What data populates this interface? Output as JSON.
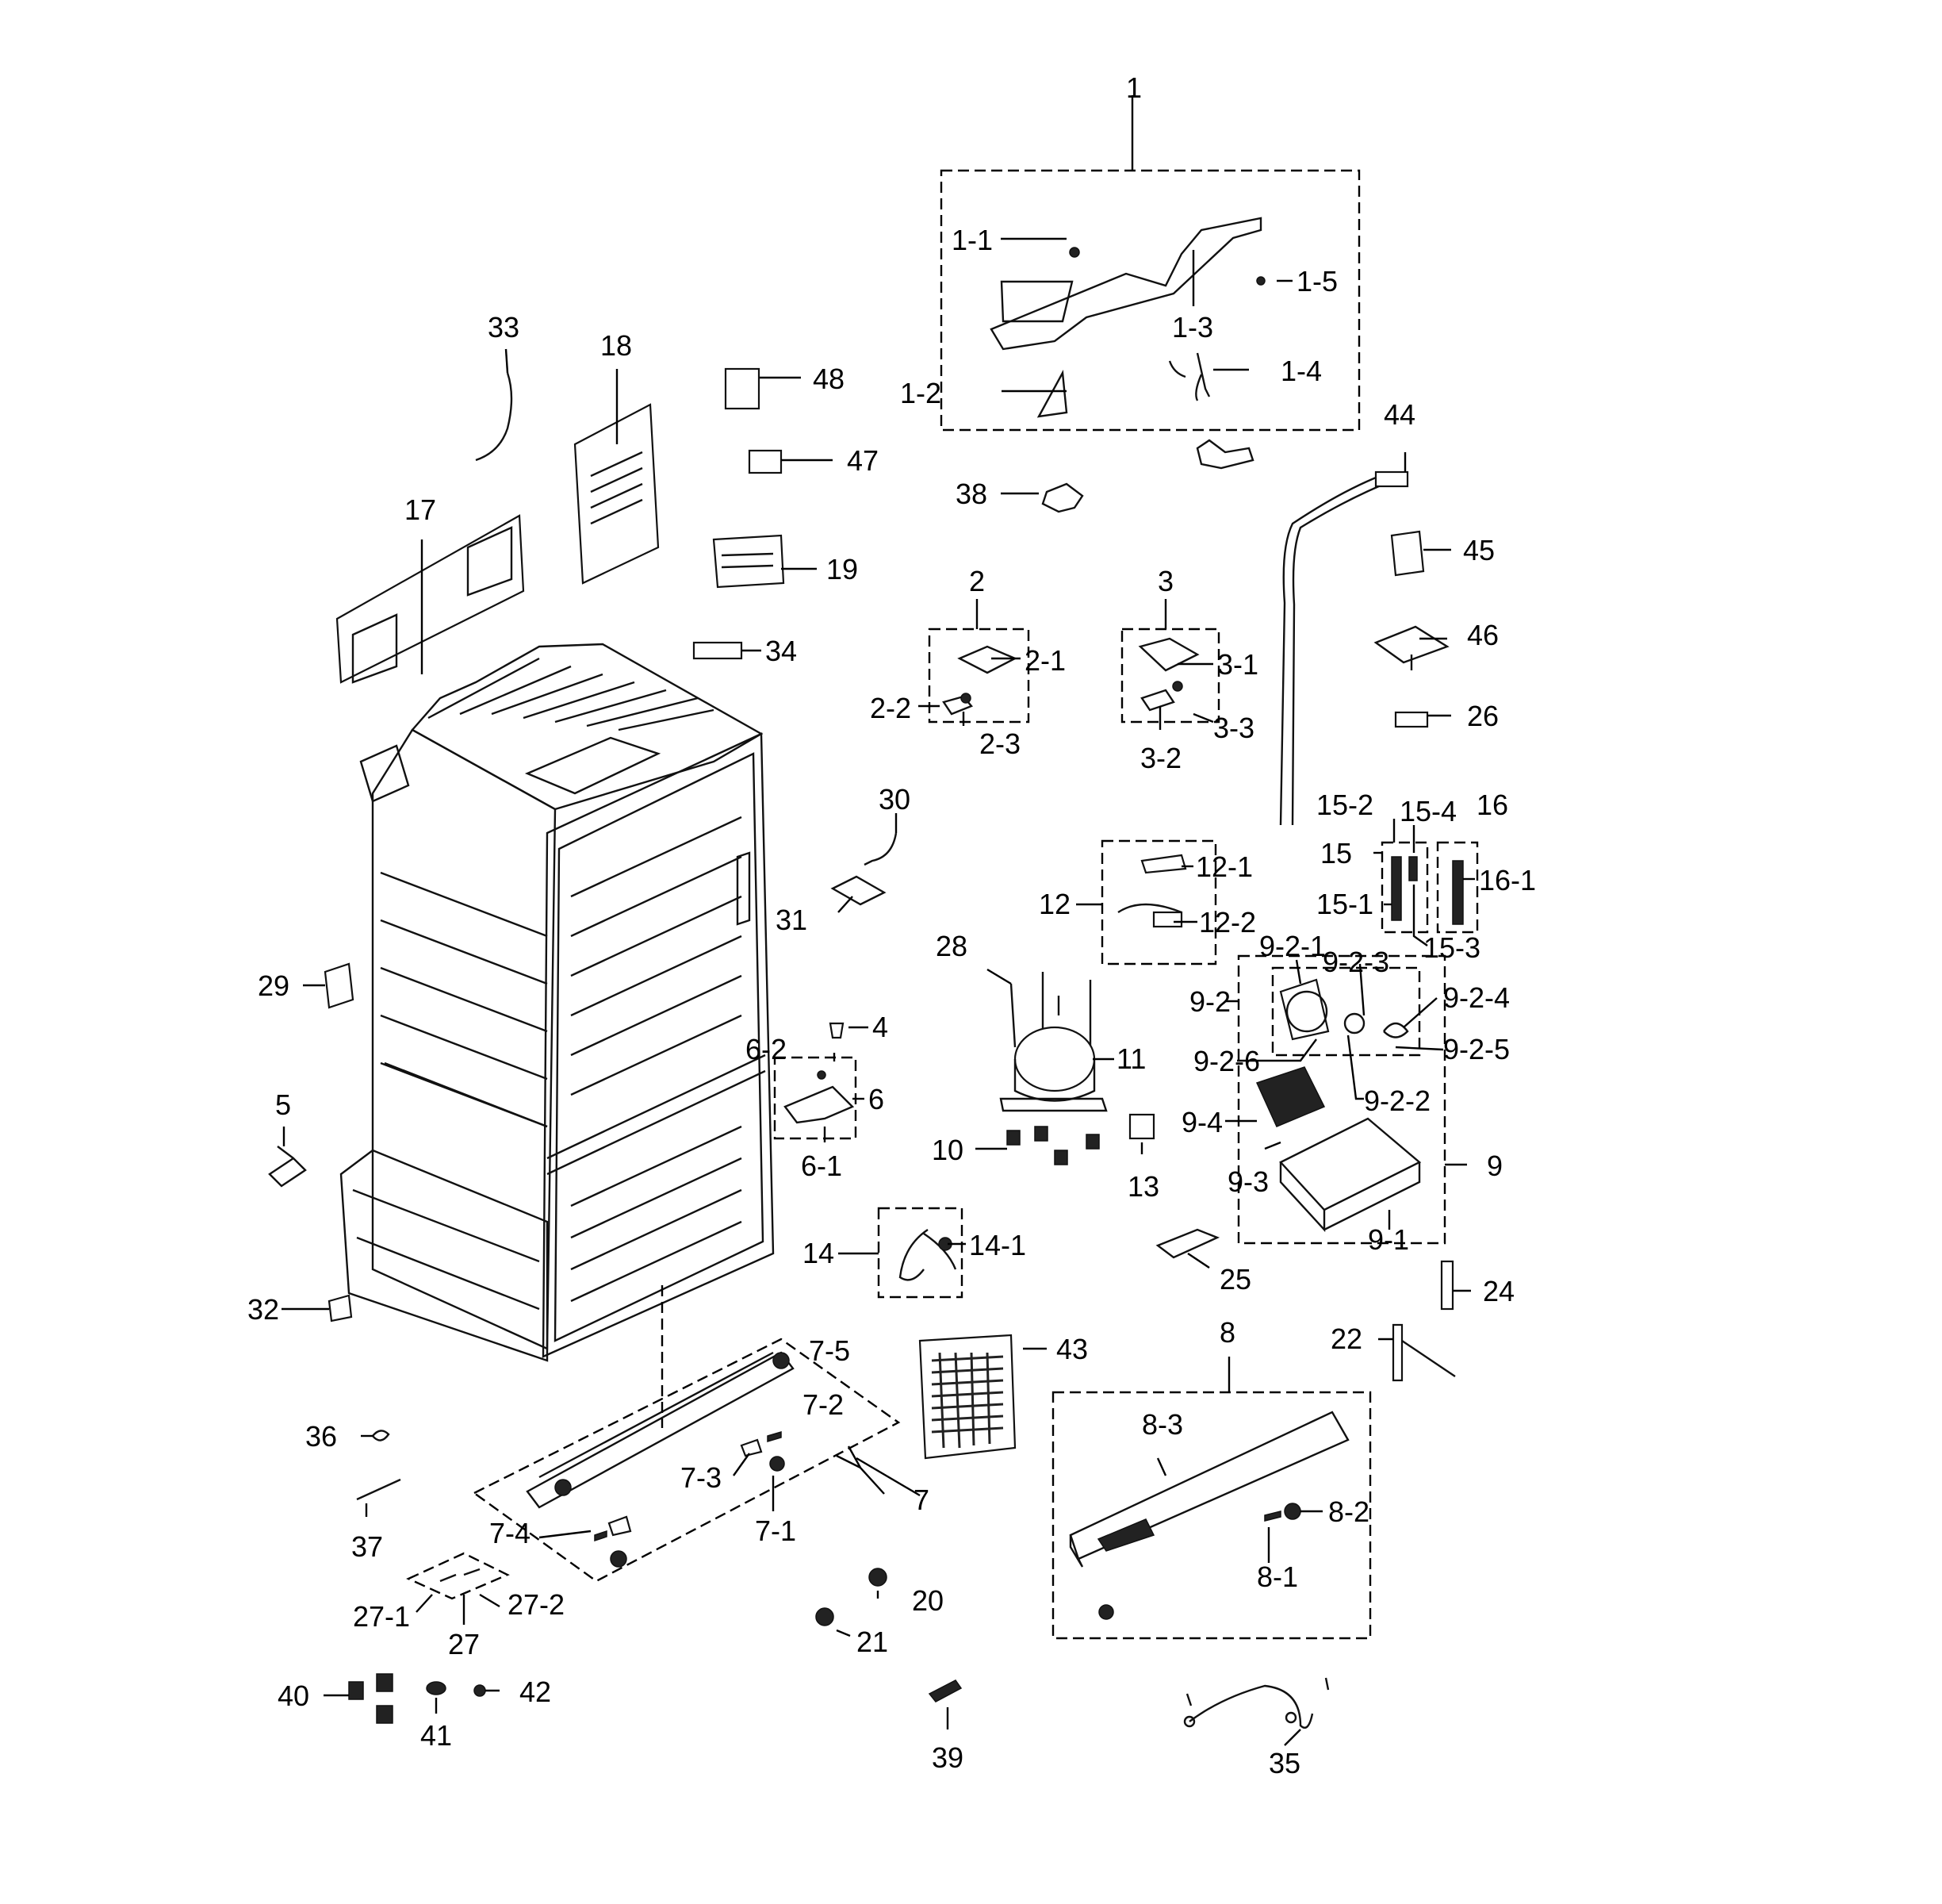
{
  "labels": {
    "l1": "1",
    "l1_1": "1-1",
    "l1_2": "1-2",
    "l1_3": "1-3",
    "l1_4": "1-4",
    "l1_5": "1-5",
    "l2": "2",
    "l2_1": "2-1",
    "l2_2": "2-2",
    "l2_3": "2-3",
    "l3": "3",
    "l3_1": "3-1",
    "l3_2": "3-2",
    "l3_3": "3-3",
    "l4": "4",
    "l5": "5",
    "l6": "6",
    "l6_1": "6-1",
    "l6_2": "6-2",
    "l7": "7",
    "l7_1": "7-1",
    "l7_2": "7-2",
    "l7_3": "7-3",
    "l7_4": "7-4",
    "l7_5": "7-5",
    "l8": "8",
    "l8_1": "8-1",
    "l8_2": "8-2",
    "l8_3": "8-3",
    "l9": "9",
    "l9_1": "9-1",
    "l9_2": "9-2",
    "l9_3": "9-3",
    "l9_4": "9-4",
    "l9_2_1": "9-2-1",
    "l9_2_2": "9-2-2",
    "l9_2_3": "9-2-3",
    "l9_2_4": "9-2-4",
    "l9_2_5": "9-2-5",
    "l9_2_6": "9-2-6",
    "l10": "10",
    "l11": "11",
    "l12": "12",
    "l12_1": "12-1",
    "l12_2": "12-2",
    "l13": "13",
    "l14": "14",
    "l14_1": "14-1",
    "l15": "15",
    "l15_1": "15-1",
    "l15_2": "15-2",
    "l15_3": "15-3",
    "l15_4": "15-4",
    "l16": "16",
    "l16_1": "16-1",
    "l17": "17",
    "l18": "18",
    "l19": "19",
    "l20": "20",
    "l21": "21",
    "l22": "22",
    "l24": "24",
    "l25": "25",
    "l26": "26",
    "l27": "27",
    "l27_1": "27-1",
    "l27_2": "27-2",
    "l28": "28",
    "l29": "29",
    "l30": "30",
    "l31": "31",
    "l32": "32",
    "l33": "33",
    "l34": "34",
    "l35": "35",
    "l36": "36",
    "l37": "37",
    "l38": "38",
    "l39": "39",
    "l40": "40",
    "l41": "41",
    "l42": "42",
    "l43": "43",
    "l44": "44",
    "l45": "45",
    "l46": "46",
    "l47": "47",
    "l48": "48"
  }
}
